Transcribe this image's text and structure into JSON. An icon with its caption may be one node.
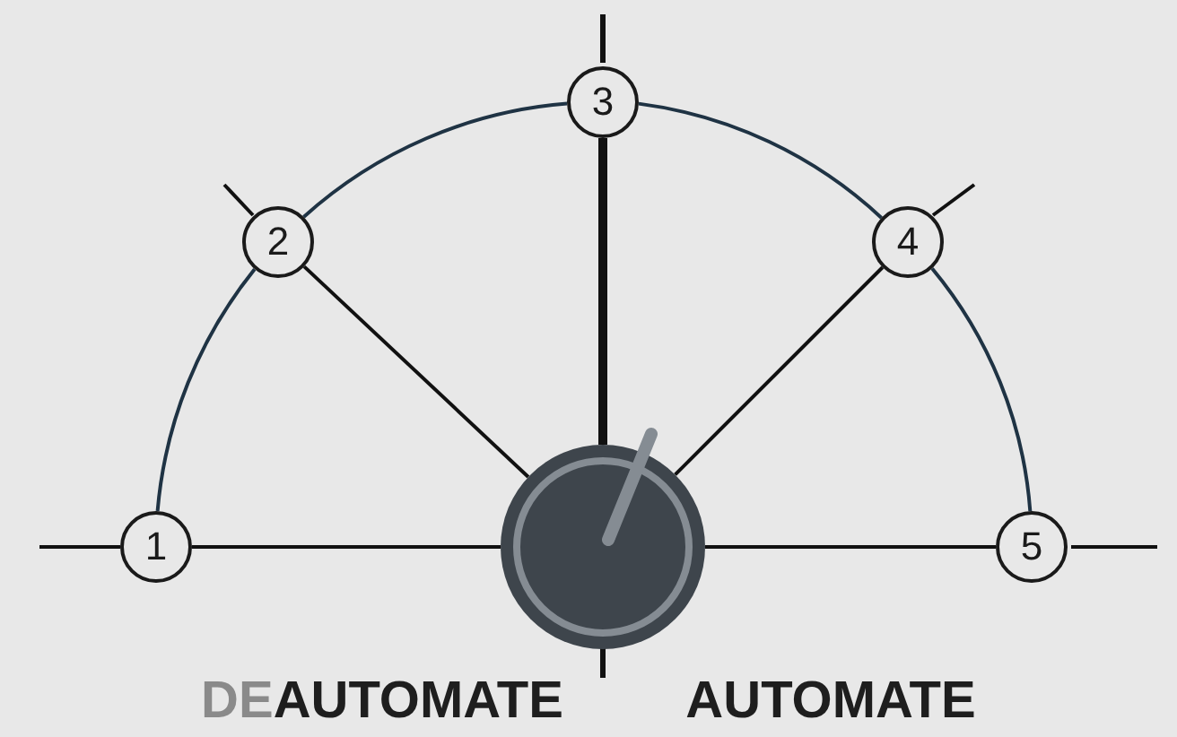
{
  "diagram": {
    "nodes": [
      {
        "text": [
          "1"
        ]
      },
      {
        "text": [
          "2"
        ]
      },
      {
        "text": [
          "3"
        ]
      },
      {
        "text": [
          "4"
        ]
      },
      {
        "text": [
          "5"
        ]
      },
      {
        "text": [],
        "shape": "circle"
      }
    ],
    "edges": [
      {
        "from": 5,
        "to": 0,
        "arrow": "none"
      },
      {
        "from": 5,
        "to": 1,
        "arrow": "none"
      },
      {
        "from": 5,
        "to": 2,
        "arrow": "none",
        "style": "thick"
      },
      {
        "from": 5,
        "to": 3,
        "arrow": "none"
      },
      {
        "from": 5,
        "to": 4,
        "arrow": "none"
      },
      {
        "from": 0,
        "to": 1,
        "arrow": "none"
      },
      {
        "from": 1,
        "to": 2,
        "arrow": "none"
      },
      {
        "from": 2,
        "to": 3,
        "arrow": "none"
      },
      {
        "from": 3,
        "to": 4,
        "arrow": "none"
      }
    ],
    "labels": [
      "DEAUTOMATE",
      "AUTOMATE"
    ]
  }
}
